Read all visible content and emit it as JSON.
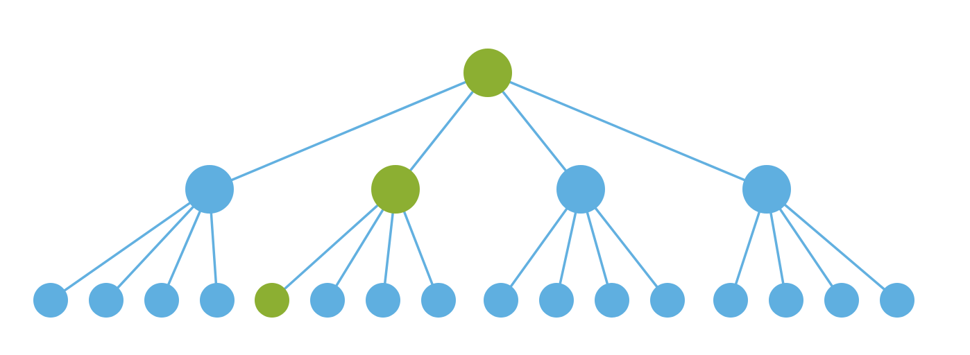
{
  "colors": {
    "background": "#ffffff",
    "edge": "#62b0e0",
    "node_default": "#5fafe0",
    "node_highlight": "#8caf32"
  },
  "tree": {
    "levels": 3,
    "nodes": [
      {
        "id": "root",
        "level": 0,
        "parent": null,
        "highlighted": true
      },
      {
        "id": "n1",
        "level": 1,
        "parent": "root",
        "highlighted": false
      },
      {
        "id": "n2",
        "level": 1,
        "parent": "root",
        "highlighted": true
      },
      {
        "id": "n3",
        "level": 1,
        "parent": "root",
        "highlighted": false
      },
      {
        "id": "n4",
        "level": 1,
        "parent": "root",
        "highlighted": false
      },
      {
        "id": "n1-1",
        "level": 2,
        "parent": "n1",
        "highlighted": false
      },
      {
        "id": "n1-2",
        "level": 2,
        "parent": "n1",
        "highlighted": false
      },
      {
        "id": "n1-3",
        "level": 2,
        "parent": "n1",
        "highlighted": false
      },
      {
        "id": "n1-4",
        "level": 2,
        "parent": "n1",
        "highlighted": false
      },
      {
        "id": "n2-1",
        "level": 2,
        "parent": "n2",
        "highlighted": true
      },
      {
        "id": "n2-2",
        "level": 2,
        "parent": "n2",
        "highlighted": false
      },
      {
        "id": "n2-3",
        "level": 2,
        "parent": "n2",
        "highlighted": false
      },
      {
        "id": "n2-4",
        "level": 2,
        "parent": "n2",
        "highlighted": false
      },
      {
        "id": "n3-1",
        "level": 2,
        "parent": "n3",
        "highlighted": false
      },
      {
        "id": "n3-2",
        "level": 2,
        "parent": "n3",
        "highlighted": false
      },
      {
        "id": "n3-3",
        "level": 2,
        "parent": "n3",
        "highlighted": false
      },
      {
        "id": "n3-4",
        "level": 2,
        "parent": "n3",
        "highlighted": false
      },
      {
        "id": "n4-1",
        "level": 2,
        "parent": "n4",
        "highlighted": false
      },
      {
        "id": "n4-2",
        "level": 2,
        "parent": "n4",
        "highlighted": false
      },
      {
        "id": "n4-3",
        "level": 2,
        "parent": "n4",
        "highlighted": false
      },
      {
        "id": "n4-4",
        "level": 2,
        "parent": "n4",
        "highlighted": false
      }
    ]
  }
}
